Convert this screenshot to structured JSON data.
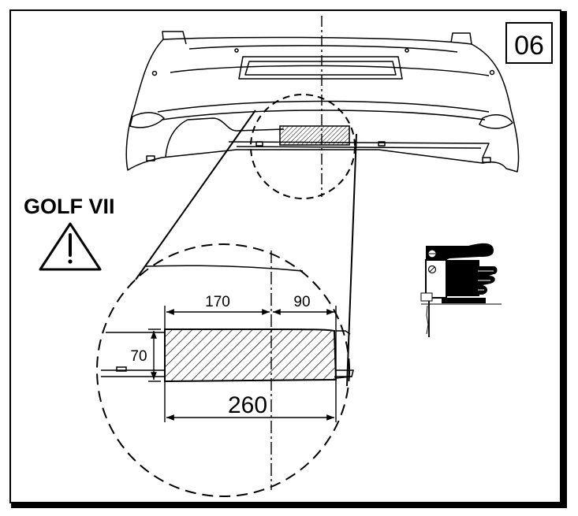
{
  "step_number": "06",
  "model_label": "GOLF VII",
  "warning_icon": "warning-triangle-icon",
  "tool_icon": "jigsaw-icon",
  "dimensions": {
    "left_width": "170",
    "right_width": "90",
    "height": "70",
    "total_width": "260"
  },
  "colors": {
    "line": "#000000",
    "background": "#ffffff"
  }
}
